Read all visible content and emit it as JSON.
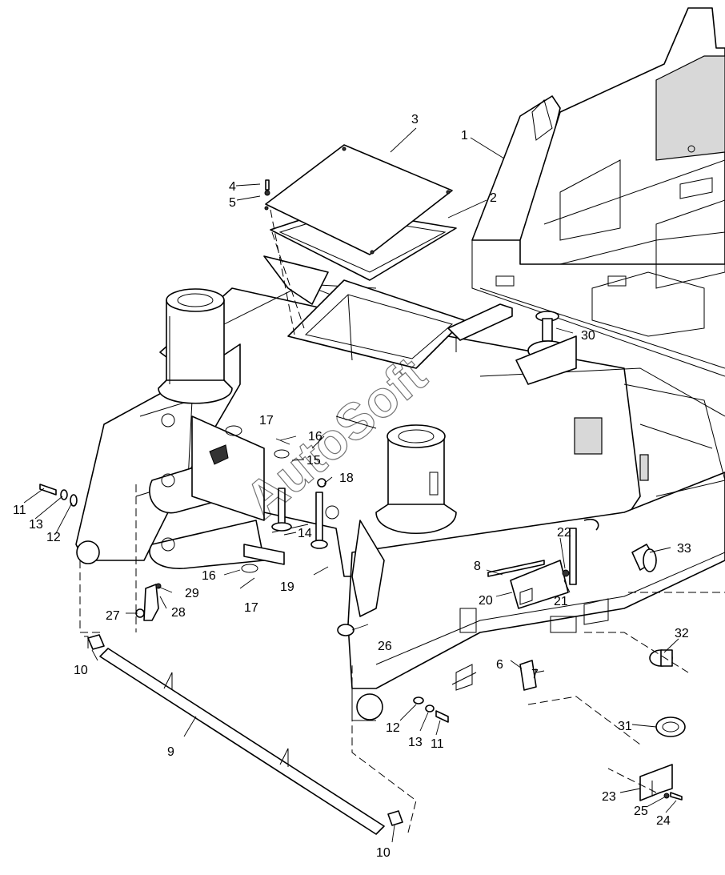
{
  "watermark": "AutoSoft",
  "callouts": [
    {
      "id": "c1",
      "text": "1"
    },
    {
      "id": "c2",
      "text": "2"
    },
    {
      "id": "c3",
      "text": "3"
    },
    {
      "id": "c4",
      "text": "4"
    },
    {
      "id": "c5",
      "text": "5"
    },
    {
      "id": "c6",
      "text": "6"
    },
    {
      "id": "c7",
      "text": "7"
    },
    {
      "id": "c8",
      "text": "8"
    },
    {
      "id": "c9",
      "text": "9"
    },
    {
      "id": "c10a",
      "text": "10"
    },
    {
      "id": "c10b",
      "text": "10"
    },
    {
      "id": "c11a",
      "text": "11"
    },
    {
      "id": "c11b",
      "text": "11"
    },
    {
      "id": "c12a",
      "text": "12"
    },
    {
      "id": "c12b",
      "text": "12"
    },
    {
      "id": "c13a",
      "text": "13"
    },
    {
      "id": "c13b",
      "text": "13"
    },
    {
      "id": "c14",
      "text": "14"
    },
    {
      "id": "c15",
      "text": "15"
    },
    {
      "id": "c16a",
      "text": "16"
    },
    {
      "id": "c16b",
      "text": "16"
    },
    {
      "id": "c17a",
      "text": "17"
    },
    {
      "id": "c17b",
      "text": "17"
    },
    {
      "id": "c18",
      "text": "18"
    },
    {
      "id": "c19",
      "text": "19"
    },
    {
      "id": "c20",
      "text": "20"
    },
    {
      "id": "c21",
      "text": "21"
    },
    {
      "id": "c22",
      "text": "22"
    },
    {
      "id": "c23",
      "text": "23"
    },
    {
      "id": "c24",
      "text": "24"
    },
    {
      "id": "c25",
      "text": "25"
    },
    {
      "id": "c26",
      "text": "26"
    },
    {
      "id": "c27",
      "text": "27"
    },
    {
      "id": "c28",
      "text": "28"
    },
    {
      "id": "c29",
      "text": "29"
    },
    {
      "id": "c30",
      "text": "30"
    },
    {
      "id": "c31",
      "text": "31"
    },
    {
      "id": "c32",
      "text": "32"
    },
    {
      "id": "c33",
      "text": "33"
    }
  ]
}
